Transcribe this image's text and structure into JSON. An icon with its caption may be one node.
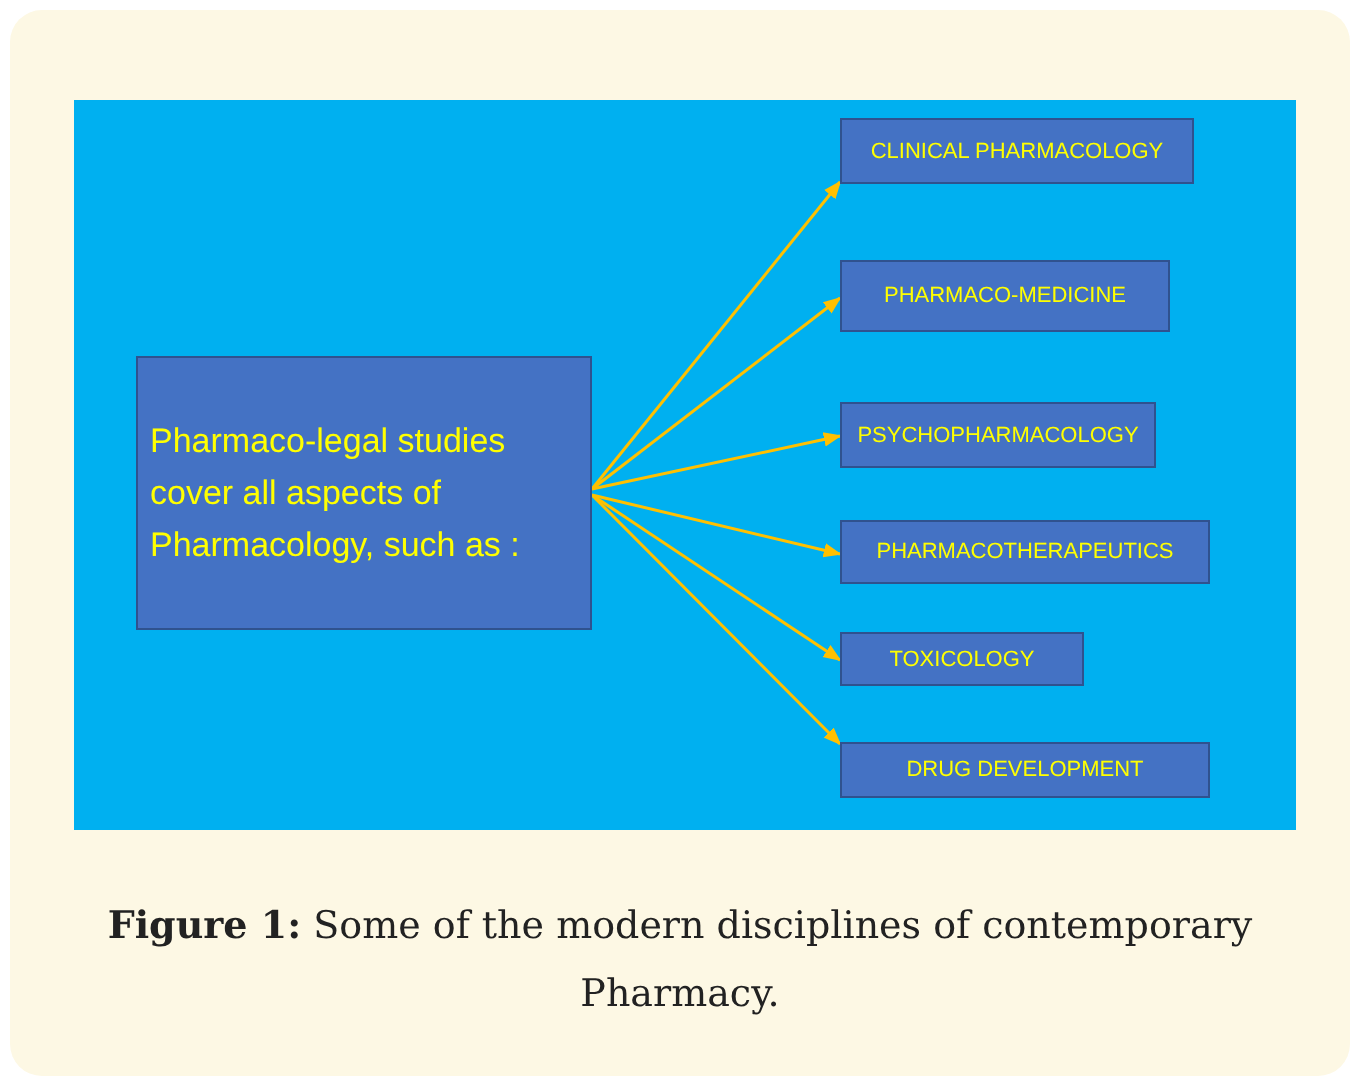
{
  "diagram": {
    "caption": "**Figure 1:** Some of the modern disciplines of contemporary Pharmacy.",
    "nodes": [
      {
        "text": [
          "Pharmaco-legal studies cover all aspects of Pharmacology, such as :"
        ]
      },
      {
        "text": [
          "CLINICAL PHARMACOLOGY"
        ]
      },
      {
        "text": [
          "PHARMACO-MEDICINE"
        ]
      },
      {
        "text": [
          "PSYCHOPHARMACOLOGY"
        ]
      },
      {
        "text": [
          "PHARMACOTHERAPEUTICS"
        ]
      },
      {
        "text": [
          "TOXICOLOGY"
        ]
      },
      {
        "text": [
          "DRUG DEVELOPMENT"
        ]
      }
    ],
    "edges": [
      {
        "from": 0,
        "to": 1,
        "arrow": "to"
      },
      {
        "from": 0,
        "to": 2,
        "arrow": "to"
      },
      {
        "from": 0,
        "to": 3,
        "arrow": "to"
      },
      {
        "from": 0,
        "to": 4,
        "arrow": "to"
      },
      {
        "from": 0,
        "to": 5,
        "arrow": "to"
      },
      {
        "from": 0,
        "to": 6,
        "arrow": "to"
      }
    ]
  }
}
